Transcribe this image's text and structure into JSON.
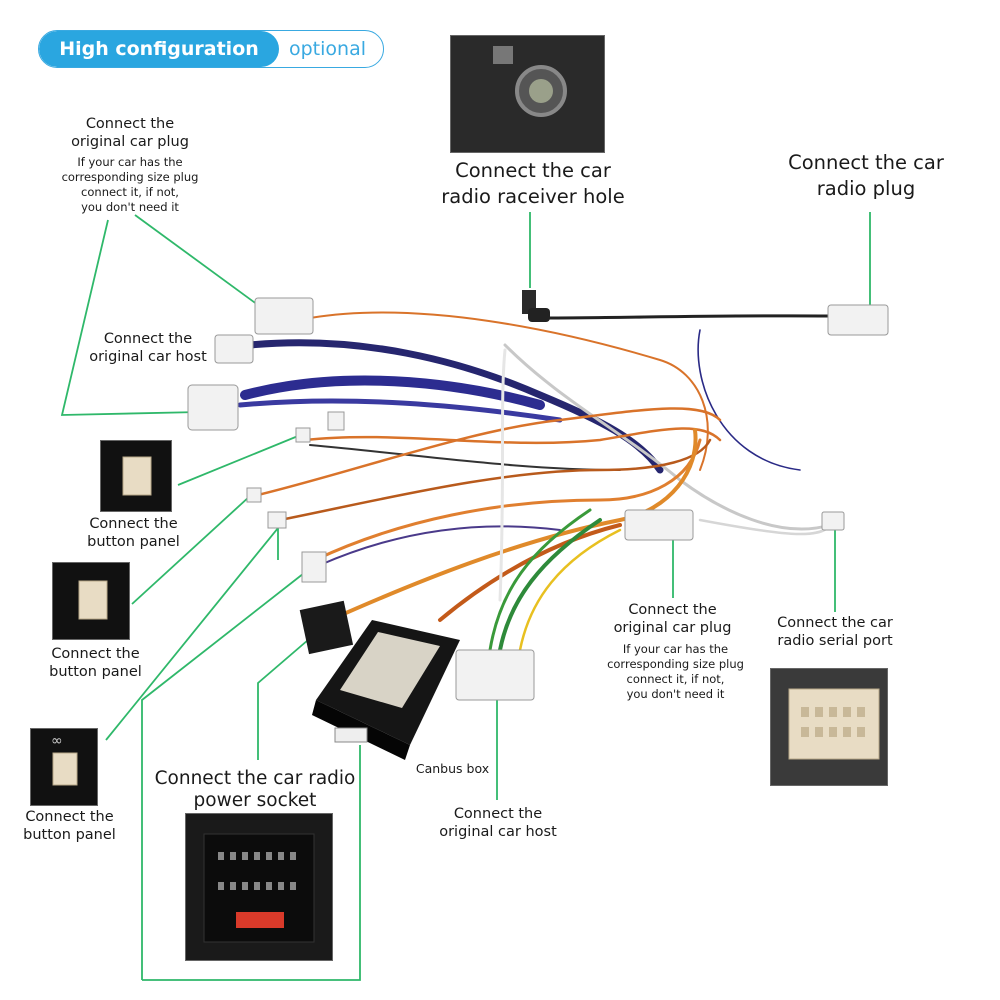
{
  "badge": {
    "left": "High configuration",
    "right": "optional"
  },
  "labels": {
    "orig_plug_top_title": "Connect the\noriginal car plug",
    "orig_plug_top_note": "If your car has the\ncorresponding size plug\nconnect it, if not,\nyou don't need it",
    "receiver_hole": "Connect the  car\nradio raceiver hole",
    "radio_plug": "Connect the car\nradio  plug",
    "orig_host_top": "Connect the\noriginal car host",
    "button_panel_1": "Connect the\nbutton panel",
    "button_panel_2": "Connect the\nbutton panel",
    "button_panel_3": "Connect the\nbutton panel",
    "orig_plug_mid_title": "Connect the\noriginal car plug",
    "orig_plug_mid_note": "If your car has the\ncorresponding size plug\nconnect it, if not,\nyou don't need it",
    "serial_port": "Connect the car\nradio  serial port",
    "canbus_box": "Canbus box",
    "orig_host_bottom": "Connect the\noriginal car host",
    "power_socket": "Connect the car radio\npower socket"
  },
  "colors": {
    "accent": "#2aa6e0",
    "leader_line": "#2fb86a",
    "harness_blue": "#2a2a86",
    "harness_orange": "#d9732a"
  }
}
